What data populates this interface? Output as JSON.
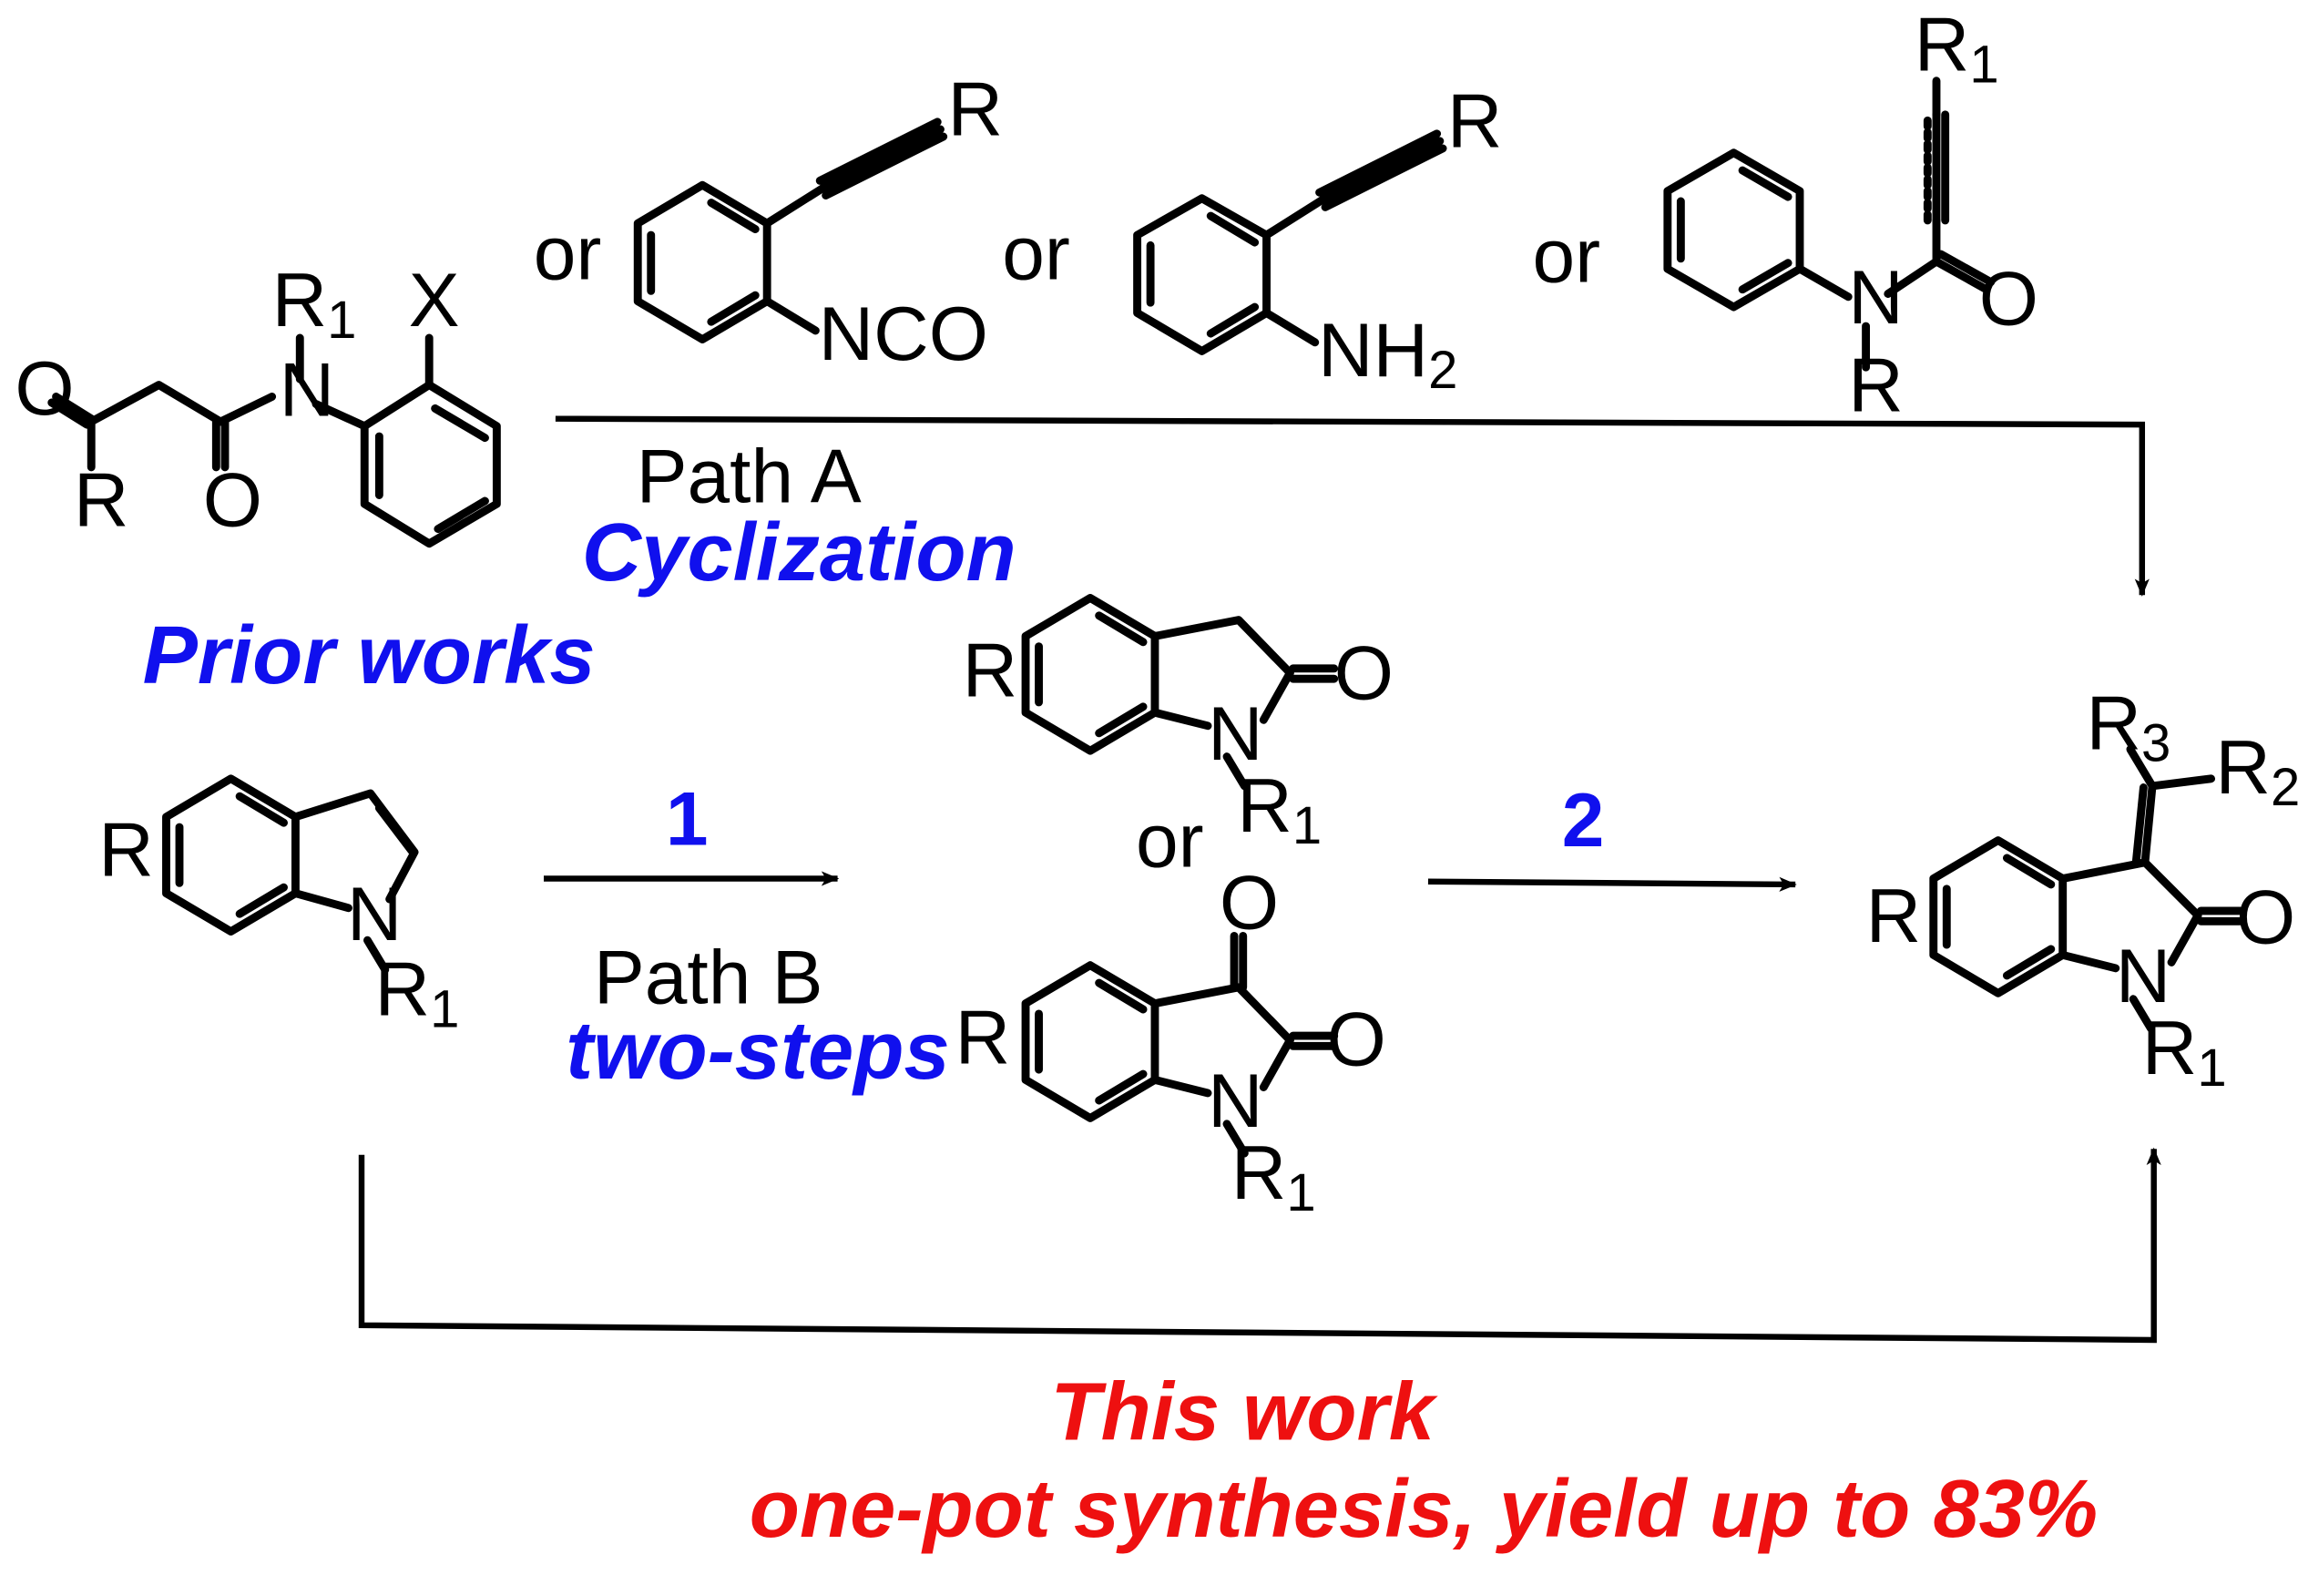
{
  "atoms": {
    "O": "O",
    "N": "N",
    "R": "R",
    "R1": "R",
    "R2": "R",
    "R3": "R",
    "X": "X",
    "NCO": "NCO",
    "NH": "NH",
    "sub1": "1",
    "sub2": "2",
    "sub3": "3"
  },
  "labels": {
    "or": "or",
    "path_a": "Path A",
    "cyclization": "Cyclization",
    "prior_works": "Prior works",
    "path_b": "Path B",
    "two_steps": "two-steps",
    "step1": "1",
    "step2": "2",
    "this_work": "This work",
    "one_pot": "one-pot synthesis, yield up to 83%"
  },
  "colors": {
    "blue": "#1010ee",
    "red": "#ee1010",
    "black": "#000000"
  }
}
